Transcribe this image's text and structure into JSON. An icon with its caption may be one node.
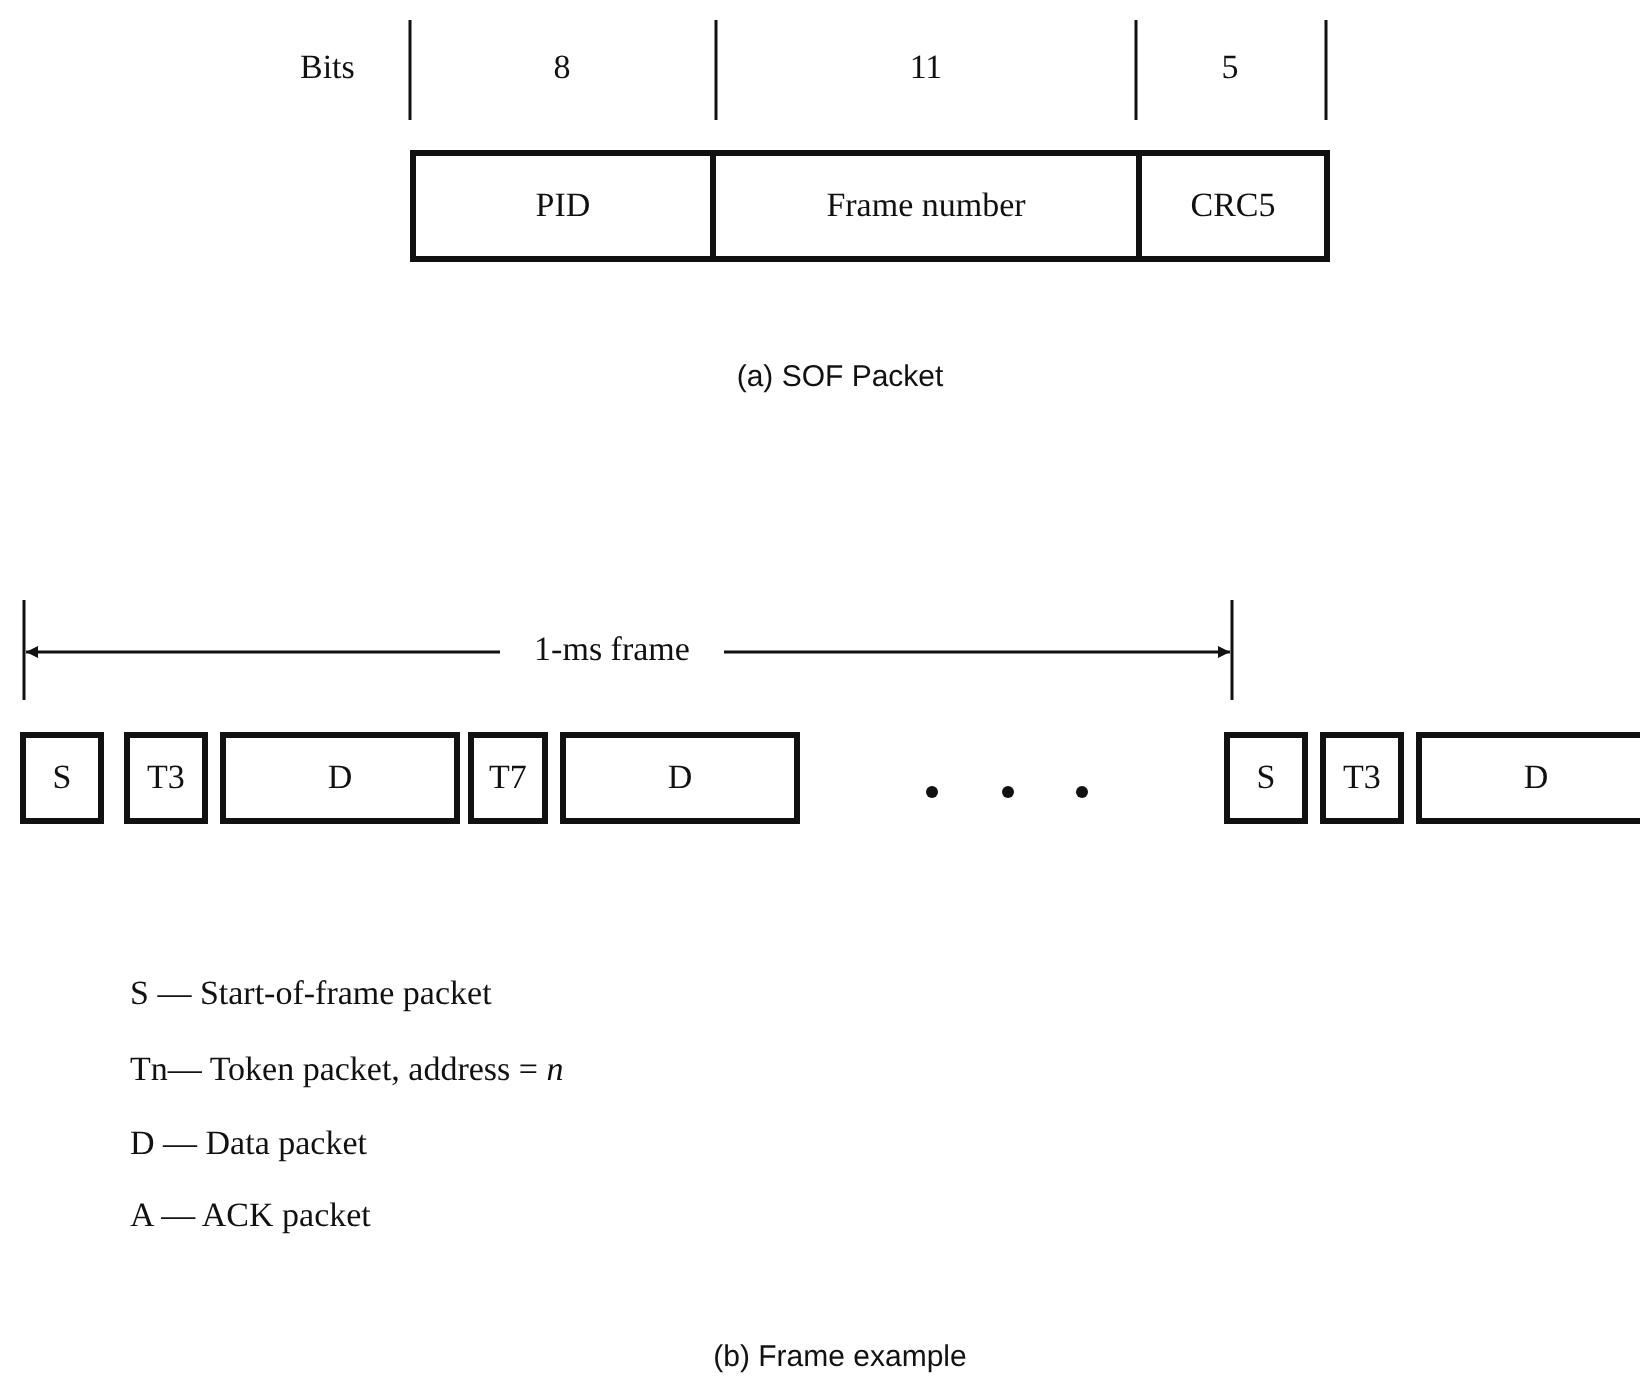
{
  "diagram": {
    "nodes": [
      {
        "text": [
          "PID"
        ]
      },
      {
        "text": [
          "Frame number"
        ]
      },
      {
        "text": [
          "CRC5"
        ]
      },
      {
        "text": [
          "S"
        ]
      },
      {
        "text": [
          "T3"
        ]
      },
      {
        "text": [
          "D"
        ]
      },
      {
        "text": [
          "T7"
        ]
      },
      {
        "text": [
          "D"
        ]
      },
      {
        "text": [
          "S"
        ]
      },
      {
        "text": [
          "T3"
        ]
      },
      {
        "text": [
          "D"
        ]
      }
    ],
    "edges": [],
    "labels": [
      "Bits",
      "8",
      "11",
      "5",
      "(a) SOF Packet",
      "1-ms frame",
      "S — Start-of-frame packet",
      "Tn— Token packet, address = *n*",
      "D — Data packet",
      "A — ACK packet",
      "(b) Frame example"
    ]
  }
}
